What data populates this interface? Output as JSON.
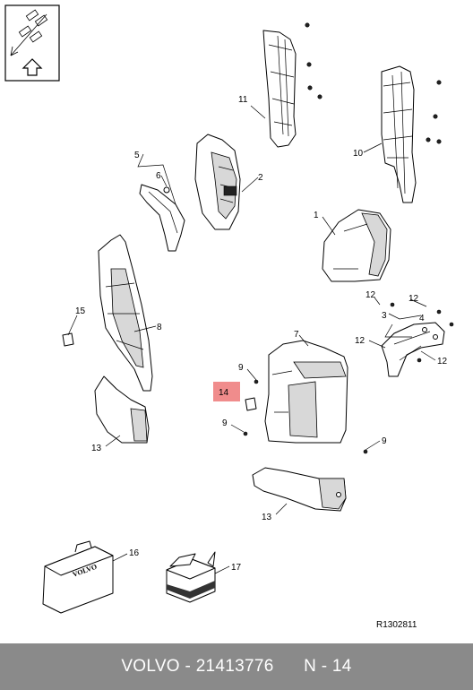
{
  "diagram": {
    "callouts": {
      "c1": "1",
      "c2": "2",
      "c3": "3",
      "c4": "4",
      "c5": "5",
      "c6": "6",
      "c7": "7",
      "c8": "8",
      "c9a": "9",
      "c9b": "9",
      "c9c": "9",
      "c10": "10",
      "c11": "11",
      "c12a": "12",
      "c12b": "12",
      "c12c": "12",
      "c12d": "12",
      "c13a": "13",
      "c13b": "13",
      "c14": "14",
      "c15": "15",
      "c16": "16",
      "c17": "17"
    },
    "case_brand": "VOLVO",
    "reference_code": "R1302811",
    "highlighted_callout": "14"
  },
  "footer": {
    "brand": "VOLVO",
    "separator": " - ",
    "part_number": "21413776",
    "position_label": "N - 14"
  }
}
